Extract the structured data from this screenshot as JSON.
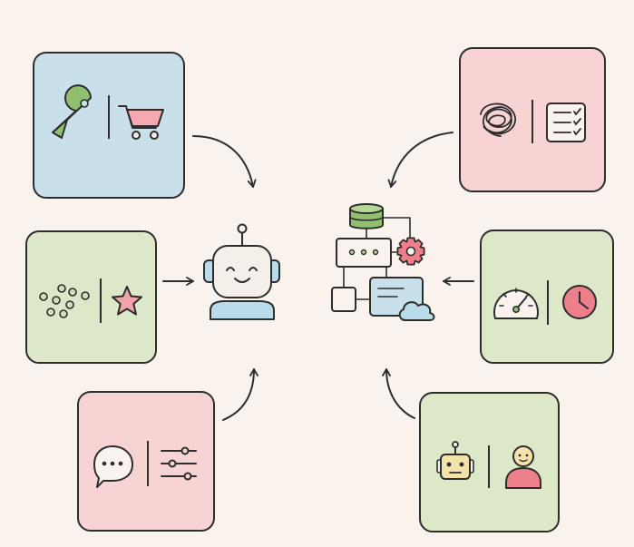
{
  "colors": {
    "background": "#faf2ec",
    "stroke": "#2d2d2d",
    "card_blue": "#c9e0ea",
    "card_green": "#dde8c9",
    "card_pink": "#f7d3d3",
    "accent_green": "#8fbf6f",
    "accent_pink": "#ec6d7e",
    "accent_blue": "#b9dcea",
    "accent_yellow": "#f3e2a9"
  },
  "left_panel": {
    "cards": [
      {
        "id": "tools-shopping",
        "color": "card_blue",
        "icons": [
          "wrench-icon",
          "shopping-cart-icon"
        ]
      },
      {
        "id": "dots-star",
        "color": "card_green",
        "icons": [
          "scattered-dots-icon",
          "star-icon"
        ]
      },
      {
        "id": "chat-sliders",
        "color": "card_pink",
        "icons": [
          "speech-bubble-icon",
          "sliders-icon"
        ]
      }
    ],
    "center": "robot-assistant-icon"
  },
  "right_panel": {
    "cards": [
      {
        "id": "tangle-checklist",
        "color": "card_pink",
        "icons": [
          "tangled-scribble-icon",
          "checklist-icon"
        ]
      },
      {
        "id": "speed-time",
        "color": "card_green",
        "icons": [
          "speedometer-icon",
          "clock-icon"
        ]
      },
      {
        "id": "bot-human",
        "color": "card_green",
        "icons": [
          "robot-head-icon",
          "person-icon"
        ]
      }
    ],
    "center": "system-architecture-icon"
  }
}
